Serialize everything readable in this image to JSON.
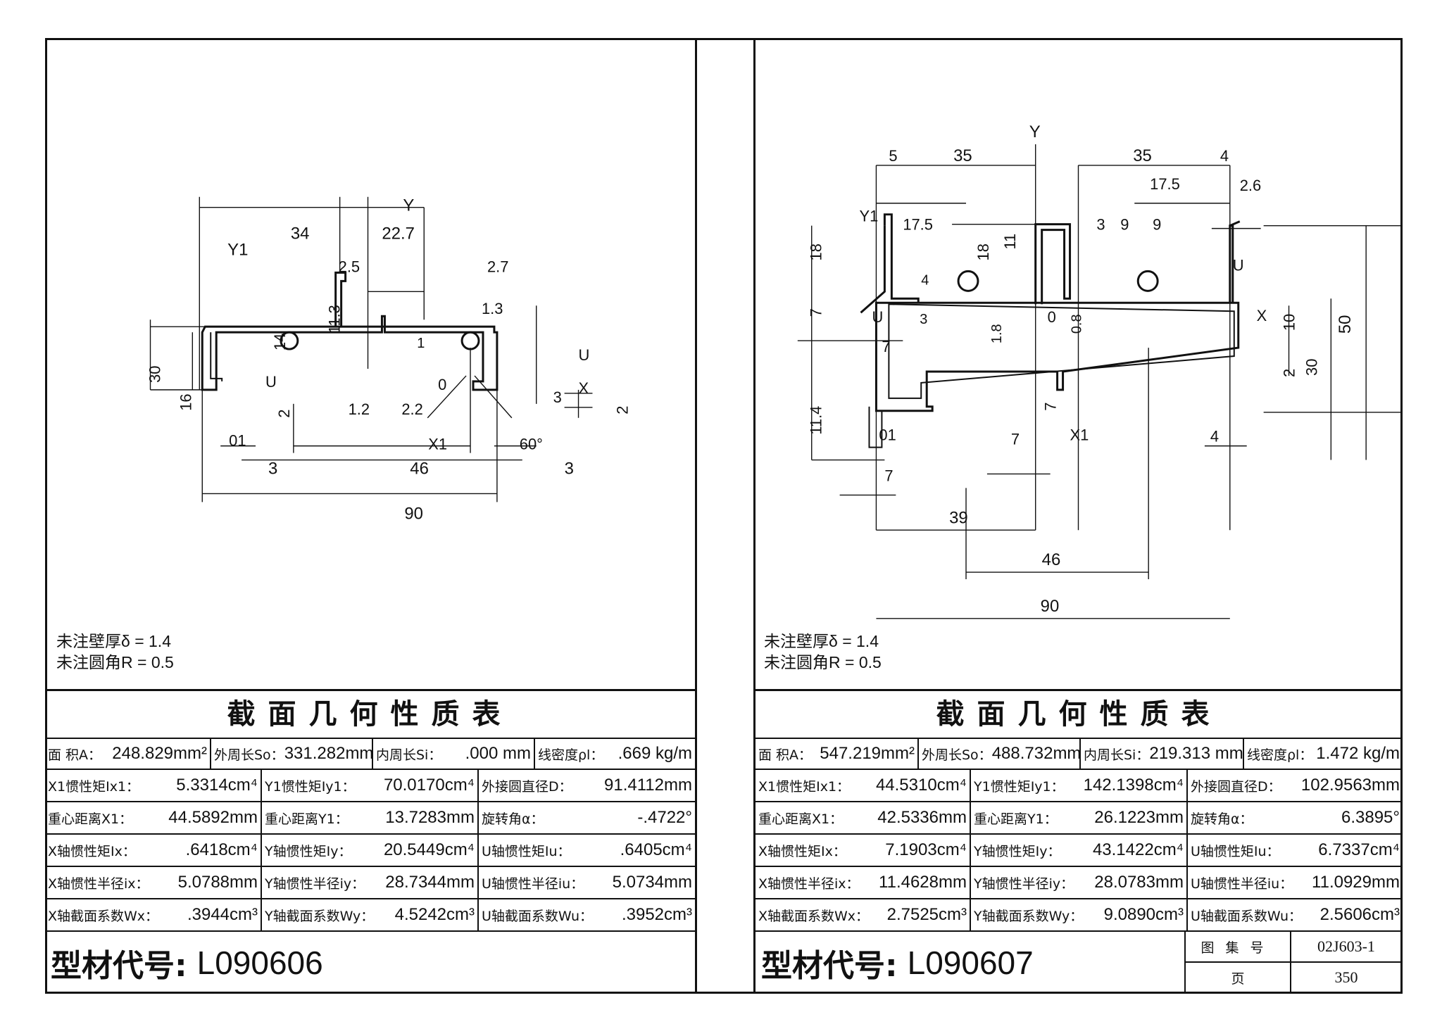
{
  "left": {
    "notes": [
      "未注壁厚δ = 1.4",
      "未注圆角R = 0.5"
    ],
    "dims": {
      "axis_y": "Y",
      "axis_y1": "Y1",
      "axis_x": "X",
      "axis_x1": "X1",
      "axis_u": "U",
      "axis_o1": "01",
      "axis_o": "0",
      "axis_u2": "U",
      "d34": "34",
      "d22_7": "22.7",
      "d2_5": "2.5",
      "d2_7": "2.7",
      "d1_3": "1.3",
      "d11_3": "11.3",
      "d14": "14",
      "d30": "30",
      "d16": "16",
      "d2a": "2",
      "d1_2": "1.2",
      "d2_2": "2.2",
      "d1": "1",
      "d3a": "3",
      "d46": "46",
      "d3b": "3",
      "d90": "90",
      "d60": "60°",
      "d3c": "3",
      "d2b": "2"
    },
    "table_title": "截面几何性质表",
    "row1": [
      {
        "label": "面 积A：",
        "value": "248.829mm²"
      },
      {
        "label": "外周长So：",
        "value": "331.282mm"
      },
      {
        "label": "内周长Si：",
        "value": ".000 mm"
      },
      {
        "label": "线密度ρl：",
        "value": ".669 kg/m"
      }
    ],
    "rows": [
      [
        {
          "label": "X1惯性矩Ix1：",
          "value": "5.3314cm⁴"
        },
        {
          "label": "Y1惯性矩Iy1：",
          "value": "70.0170cm⁴"
        },
        {
          "label": "外接圆直径D：",
          "value": "91.4112mm"
        }
      ],
      [
        {
          "label": "重心距离X1：",
          "value": "44.5892mm"
        },
        {
          "label": "重心距离Y1：",
          "value": "13.7283mm"
        },
        {
          "label": "旋转角α：",
          "value": "-.4722°"
        }
      ],
      [
        {
          "label": "X轴惯性矩Ix：",
          "value": ".6418cm⁴"
        },
        {
          "label": "Y轴惯性矩Iy：",
          "value": "20.5449cm⁴"
        },
        {
          "label": "U轴惯性矩Iu：",
          "value": ".6405cm⁴"
        }
      ],
      [
        {
          "label": "X轴惯性半径ix：",
          "value": "5.0788mm"
        },
        {
          "label": "Y轴惯性半径iy：",
          "value": "28.7344mm"
        },
        {
          "label": "U轴惯性半径iu：",
          "value": "5.0734mm"
        }
      ],
      [
        {
          "label": "X轴截面系数Wx：",
          "value": ".3944cm³"
        },
        {
          "label": "Y轴截面系数Wy：",
          "value": "4.5242cm³"
        },
        {
          "label": "U轴截面系数Wu：",
          "value": ".3952cm³"
        }
      ]
    ],
    "code_label": "型材代号:",
    "code_value": "L090606"
  },
  "right": {
    "notes": [
      "未注壁厚δ = 1.4",
      "未注圆角R = 0.5"
    ],
    "dims": {
      "axis_y": "Y",
      "axis_y1": "Y1",
      "axis_x": "X",
      "axis_x1": "X1",
      "axis_u": "U",
      "axis_u2": "U",
      "axis_o1": "01",
      "axis_o": "0",
      "d5": "5",
      "d35a": "35",
      "d35b": "35",
      "d4a": "4",
      "d17_5a": "17.5",
      "d2_6": "2.6",
      "d17_5b": "17.5",
      "d3": "3",
      "d9a": "9",
      "d9b": "9",
      "d18a": "18",
      "d18b": "18",
      "d11": "11",
      "d4b": "4",
      "d7a": "7",
      "d3b": "3",
      "d1_8": "1.8",
      "d0_8": "0.8",
      "d10": "10",
      "d50": "50",
      "d30": "30",
      "d2": "2",
      "d7b": "7",
      "d11_4": "11.4",
      "d7c": "7",
      "d7d": "7",
      "d4c": "4",
      "d7e": "7",
      "d39": "39",
      "d46": "46",
      "d90": "90"
    },
    "table_title": "截面几何性质表",
    "row1": [
      {
        "label": "面 积A：",
        "value": "547.219mm²"
      },
      {
        "label": "外周长So：",
        "value": "488.732mm"
      },
      {
        "label": "内周长Si：",
        "value": "219.313 mm"
      },
      {
        "label": "线密度ρl：",
        "value": "1.472 kg/m"
      }
    ],
    "rows": [
      [
        {
          "label": "X1惯性矩Ix1：",
          "value": "44.5310cm⁴"
        },
        {
          "label": "Y1惯性矩Iy1：",
          "value": "142.1398cm⁴"
        },
        {
          "label": "外接圆直径D：",
          "value": "102.9563mm"
        }
      ],
      [
        {
          "label": "重心距离X1：",
          "value": "42.5336mm"
        },
        {
          "label": "重心距离Y1：",
          "value": "26.1223mm"
        },
        {
          "label": "旋转角α：",
          "value": "6.3895°"
        }
      ],
      [
        {
          "label": "X轴惯性矩Ix：",
          "value": "7.1903cm⁴"
        },
        {
          "label": "Y轴惯性矩Iy：",
          "value": "43.1422cm⁴"
        },
        {
          "label": "U轴惯性矩Iu：",
          "value": "6.7337cm⁴"
        }
      ],
      [
        {
          "label": "X轴惯性半径ix：",
          "value": "11.4628mm"
        },
        {
          "label": "Y轴惯性半径iy：",
          "value": "28.0783mm"
        },
        {
          "label": "U轴惯性半径iu：",
          "value": "11.0929mm"
        }
      ],
      [
        {
          "label": "X轴截面系数Wx：",
          "value": "2.7525cm³"
        },
        {
          "label": "Y轴截面系数Wy：",
          "value": "9.0890cm³"
        },
        {
          "label": "U轴截面系数Wu：",
          "value": "2.5606cm³"
        }
      ]
    ],
    "code_label": "型材代号:",
    "code_value": "L090607",
    "title_block": {
      "atlas_label": "图集号",
      "atlas_value": "02J603-1",
      "page_label": "页",
      "page_value": "350"
    }
  }
}
